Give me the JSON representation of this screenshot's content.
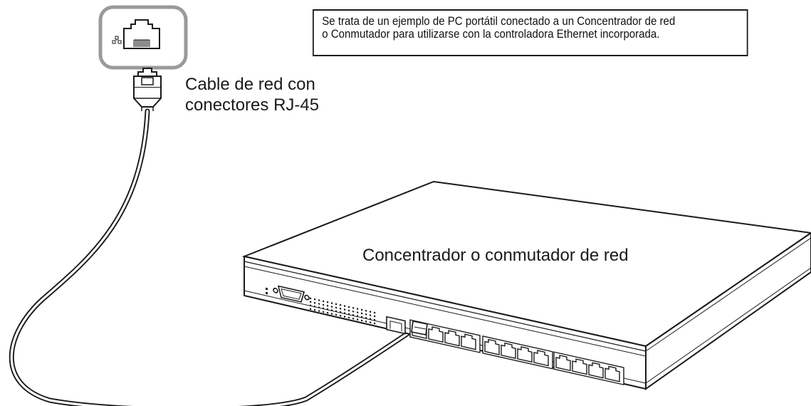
{
  "note": {
    "line1": "Se trata de un ejemplo de PC portátil conectado a un Concentrador de red",
    "line2": "o Conmutador para utilizarse con la controladora Ethernet incorporada."
  },
  "cable_label": {
    "line1": "Cable de red con",
    "line2": "conectores RJ-45"
  },
  "hub_label": "Concentrador o conmutador de red",
  "icons": {
    "lan_port": "rj45-port-icon",
    "network": "network-icon",
    "plug": "rj45-plug-icon",
    "console": "serial-console-port-icon"
  },
  "colors": {
    "line": "#1a1a1a",
    "port_frame": "#9a9a9a"
  }
}
